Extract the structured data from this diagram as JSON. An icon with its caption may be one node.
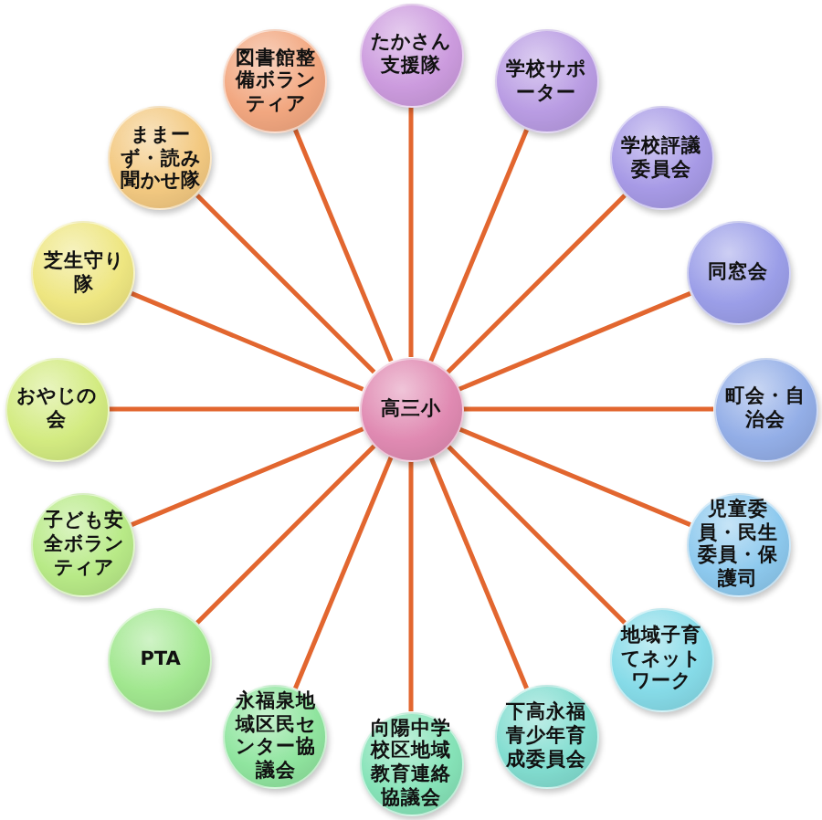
{
  "diagram": {
    "nodes": [
      {
        "text": [
          "高三小"
        ]
      },
      {
        "text": [
          "たかさん支援隊"
        ]
      },
      {
        "text": [
          "学校サポーター"
        ]
      },
      {
        "text": [
          "学校評議委員会"
        ]
      },
      {
        "text": [
          "同窓会"
        ]
      },
      {
        "text": [
          "町会・自治会"
        ]
      },
      {
        "text": [
          "児童委員・民生委員・保護司"
        ]
      },
      {
        "text": [
          "地域子育てネットワーク"
        ]
      },
      {
        "text": [
          "下高永福青少年育成委員会"
        ]
      },
      {
        "text": [
          "向陽中学校区地域教育連絡協議会"
        ]
      },
      {
        "text": [
          "永福泉地域区民センター協議会"
        ]
      },
      {
        "text": [
          "PTA"
        ]
      },
      {
        "text": [
          "子ども安全ボランティア"
        ]
      },
      {
        "text": [
          "おやじの会"
        ]
      },
      {
        "text": [
          "芝生守り隊"
        ]
      },
      {
        "text": [
          "ままーず・読み聞かせ隊"
        ]
      },
      {
        "text": [
          "図書館整備ボランティア"
        ]
      }
    ],
    "edges": [
      {
        "from": 0,
        "to": 1,
        "arrow": "none"
      },
      {
        "from": 0,
        "to": 2,
        "arrow": "none"
      },
      {
        "from": 0,
        "to": 3,
        "arrow": "none"
      },
      {
        "from": 0,
        "to": 4,
        "arrow": "none"
      },
      {
        "from": 0,
        "to": 5,
        "arrow": "none"
      },
      {
        "from": 0,
        "to": 6,
        "arrow": "none"
      },
      {
        "from": 0,
        "to": 7,
        "arrow": "none"
      },
      {
        "from": 0,
        "to": 8,
        "arrow": "none"
      },
      {
        "from": 0,
        "to": 9,
        "arrow": "none"
      },
      {
        "from": 0,
        "to": 10,
        "arrow": "none"
      },
      {
        "from": 0,
        "to": 11,
        "arrow": "none"
      },
      {
        "from": 0,
        "to": 12,
        "arrow": "none"
      },
      {
        "from": 0,
        "to": 13,
        "arrow": "none"
      },
      {
        "from": 0,
        "to": 14,
        "arrow": "none"
      },
      {
        "from": 0,
        "to": 15,
        "arrow": "none"
      },
      {
        "from": 0,
        "to": 16,
        "arrow": "none"
      }
    ]
  }
}
